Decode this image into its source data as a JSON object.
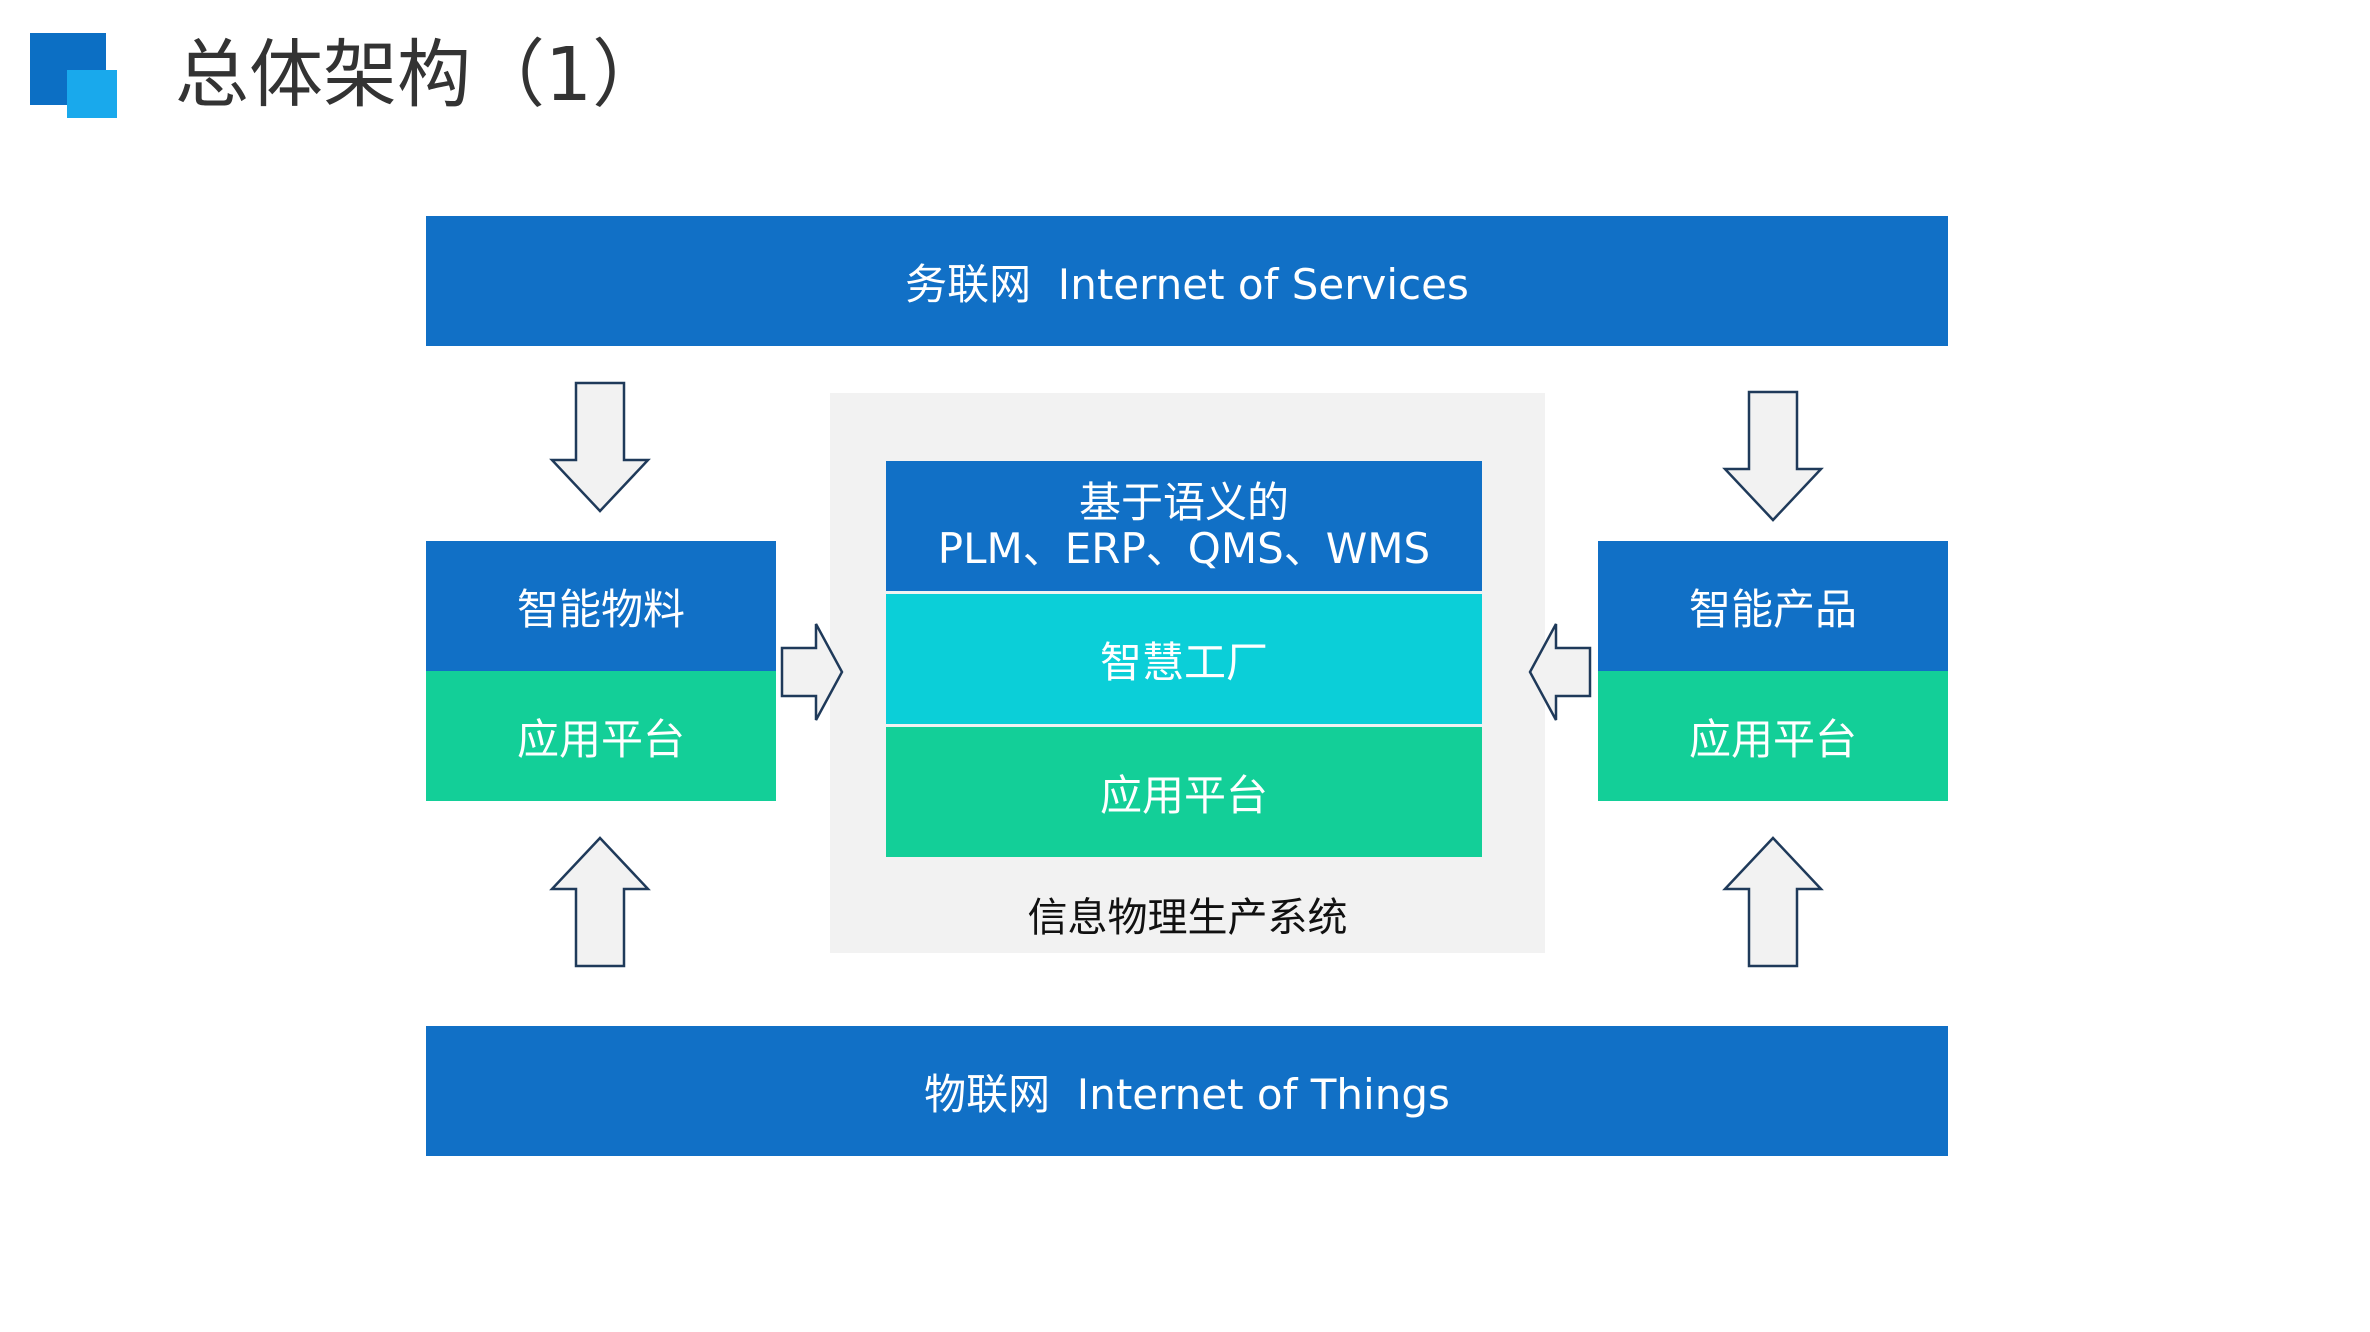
{
  "header": {
    "title": "总体架构（1）"
  },
  "diagram": {
    "top_bar": "务联网  Internet of Services",
    "bottom_bar": "物联网  Internet of Things",
    "left_stack": {
      "top": "智能物料",
      "bottom": "应用平台"
    },
    "right_stack": {
      "top": "智能产品",
      "bottom": "应用平台"
    },
    "center": {
      "semantic_line1": "基于语义的",
      "semantic_line2": "PLM、ERP、QMS、WMS",
      "smart_factory": "智慧工厂",
      "platform": "应用平台",
      "caption": "信息物理生产系统"
    }
  },
  "colors": {
    "primary_blue": "#1170c6",
    "green": "#13cf98",
    "teal": "#0bcfd8",
    "panel_gray": "#f2f2f2",
    "arrow_fill": "#f2f2f2",
    "arrow_stroke": "#1f3a5a"
  }
}
